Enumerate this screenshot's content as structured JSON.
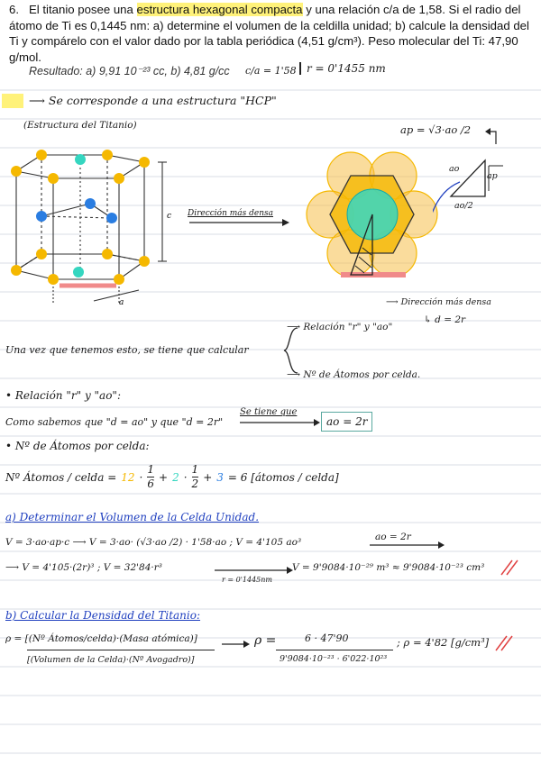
{
  "problem": {
    "number": "6.",
    "text_before": "El titanio posee una ",
    "highlight": "estructura hexagonal compacta",
    "text_after": " y una relación c/a de 1,58. Si el radio del átomo de Ti es 0,1445 nm: a) determine el volumen de la celdilla unidad; b) calcule la densidad del Ti y compárelo con el valor dado por la tabla periódica (4,51 g/cm³). Peso molecular del Ti: 47,90 g/mol.",
    "result": "Resultado: a) 9,91 10⁻²³ cc, b) 4,81 g/cc",
    "given": "c/a = 1'58",
    "radius": "r = 0'1455 nm"
  },
  "notes": {
    "hcp_line": "Se corresponde a una estructura \"HCP\"",
    "titanium_caption": "(Estructura del Titanio)",
    "dense_direction": "Dirección más densa",
    "dense_direction2": "Dirección más densa",
    "d_eq": "d = 2r",
    "ap_formula": "ap = √3·ao /2",
    "tri_ao": "ao",
    "tri_ap": "ap",
    "tri_ao2": "ao/2",
    "diagram_c": "c",
    "diagram_a": "a",
    "once": "Una vez que tenemos esto, se tiene que calcular",
    "rel_r_ao": "Relación \"r\" y \"ao\"",
    "n_atoms": "Nº de Átomos por celda.",
    "bullet1": "• Relación \"r\" y \"ao\":",
    "como_sabemos": "Como sabemos que \"d = ao\" y que \"d = 2r\"",
    "se_tiene_que": "Se tiene que",
    "ao_2r": "ao = 2r",
    "bullet2": "• Nº de Átomos por celda:",
    "atoms_lhs": "Nº Átomos / celda =",
    "atoms_12": "12",
    "atoms_2": "2",
    "atoms_3": "3",
    "atoms_f1_top": "1",
    "atoms_f1_bot": "6",
    "atoms_f2_top": "1",
    "atoms_f2_bot": "2",
    "atoms_result": "= 6 [átomos / celda]",
    "part_a": "a) Determinar el Volumen de la Celda Unidad.",
    "vol_line1": "V = 3·ao·ap·c ⟶ V = 3·ao· (√3·ao /2) · 1'58·ao ; V = 4'105 ao³",
    "vol_ao2r": "ao = 2r",
    "vol_line2": "⟶ V = 4'105·(2r)³ ; V = 32'84·r³",
    "vol_r": "r = 0'1445nm",
    "vol_result": "V = 9'9084·10⁻²⁹ m³ ≈ 9'9084·10⁻²³ cm³",
    "part_b": "b) Calcular la Densidad del Titanio:",
    "dens_lhs_top": "ρ = [(Nº Átomos/celda)·(Masa atómica)]",
    "dens_lhs_bot": "[(Volumen de la Celda)·(Nº Avogadro)]",
    "dens_num": "6 · 47'90",
    "dens_den": "9'9084·10⁻²³ · 6'022·10²³",
    "dens_result": "; ρ = 4'82 [g/cm³]"
  },
  "colors": {
    "highlight": "#fff27a",
    "atom_yellow": "#f5b800",
    "atom_blue": "#2a7de1",
    "atom_cyan": "#35d6c0",
    "ruled_line": "#d9dde6",
    "accent_blue": "#1f3fbf",
    "pink": "#f08a8a",
    "teal_box": "#5aa9a0"
  }
}
